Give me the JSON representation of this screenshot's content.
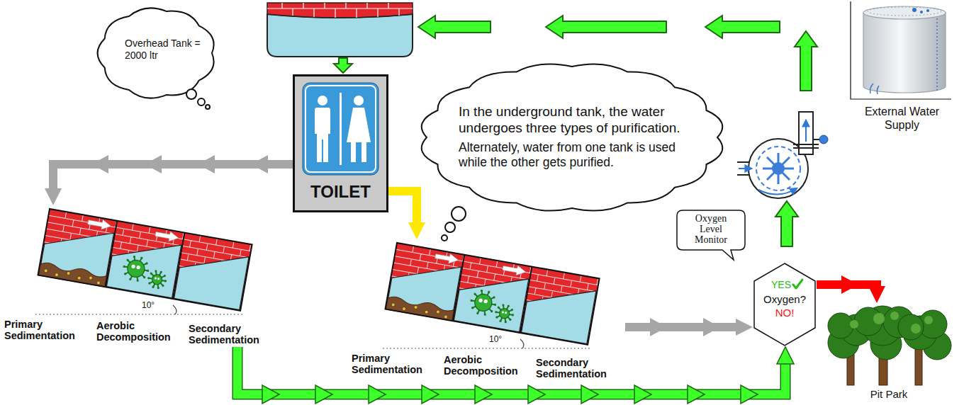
{
  "diagram": {
    "nodes": [
      {
        "text": [
          "Overhead Tank = 2000 ltr"
        ]
      },
      {
        "text": [
          "TOILET"
        ]
      },
      {
        "text": [
          "In the underground tank, the water undergoes three types of purification.",
          "Alternately, water from one tank is used while the other gets purified."
        ]
      },
      {
        "text": [
          "External Water Supply"
        ]
      },
      {
        "text": [
          "Oxygen Level Monitor"
        ]
      },
      {
        "text": [
          "Primary Sedimentation",
          "Aerobic Decomposition",
          "Secondary Sedimentation",
          "10°"
        ]
      },
      {
        "text": [
          "Primary Sedimentation",
          "Aerobic Decomposition",
          "Secondary Sedimentation",
          "10°"
        ]
      },
      {
        "text": [
          "YES",
          "Oxygen?",
          "NO!"
        ]
      },
      {
        "text": [
          "Pit Park"
        ]
      }
    ],
    "edges": [
      {
        "from": 1,
        "to": 5,
        "arrow": "to"
      },
      {
        "from": 1,
        "to": 6,
        "arrow": "to"
      },
      {
        "from": 6,
        "to": 7,
        "arrow": "to"
      },
      {
        "from": 5,
        "to": 7,
        "arrow": "to"
      },
      {
        "from": 7,
        "to": 8,
        "arrow": "to"
      }
    ]
  }
}
